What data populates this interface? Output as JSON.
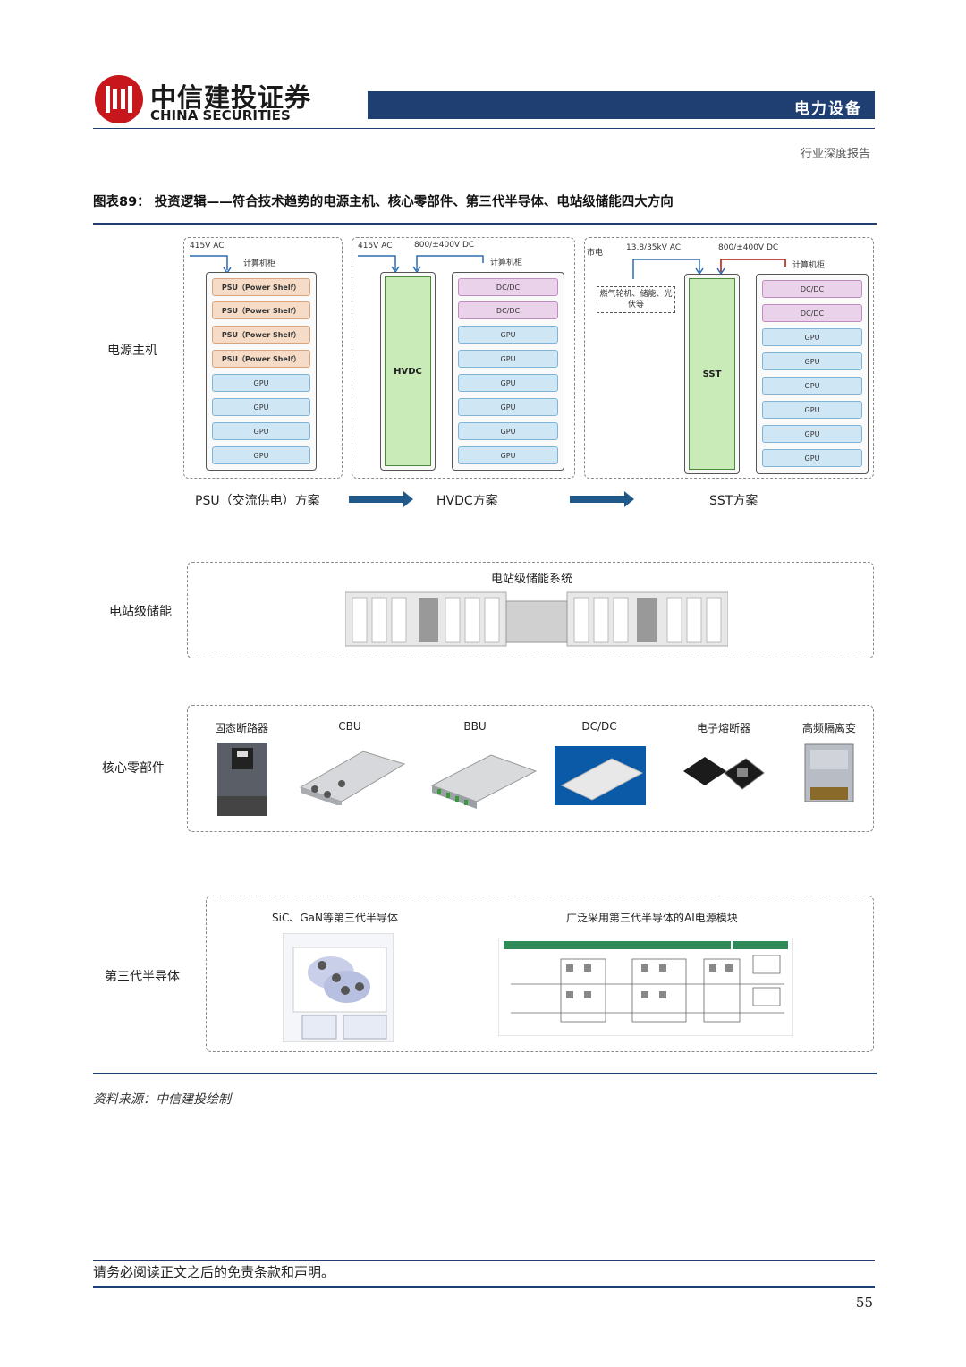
{
  "header": {
    "logo_cn": "中信建投证券",
    "logo_en": "CHINA SECURITIES",
    "section": "电力设备",
    "report_type": "行业深度报告"
  },
  "figure": {
    "title": "图表89：  投资逻辑——符合技术趋势的电源主机、核心零部件、第三代半导体、电站级储能四大方向",
    "rows": {
      "power_host": "电源主机",
      "storage": "电站级储能",
      "components": "核心零部件",
      "semiconductor": "第三代半导体"
    },
    "psu_panel": {
      "input": "415V AC",
      "cabinet": "计算机柜",
      "modules": [
        "PSU（Power Shelf）",
        "PSU（Power Shelf）",
        "PSU（Power Shelf）",
        "PSU（Power Shelf）",
        "GPU",
        "GPU",
        "GPU",
        "GPU"
      ],
      "caption": "PSU（交流供电）方案"
    },
    "hvdc_panel": {
      "input": "415V AC",
      "dc": "800/±400V DC",
      "cabinet": "计算机柜",
      "converter": "HVDC",
      "modules": [
        "DC/DC",
        "DC/DC",
        "GPU",
        "GPU",
        "GPU",
        "GPU",
        "GPU",
        "GPU"
      ],
      "caption": "HVDC方案"
    },
    "sst_panel": {
      "grid": "市电",
      "input": "13.8/35kV AC",
      "dc": "800/±400V DC",
      "cabinet": "计算机柜",
      "sources": "燃气轮机、储能、光伏等",
      "converter": "SST",
      "modules": [
        "DC/DC",
        "DC/DC",
        "GPU",
        "GPU",
        "GPU",
        "GPU",
        "GPU",
        "GPU"
      ],
      "caption": "SST方案"
    },
    "storage_title": "电站级储能系统",
    "components": [
      "固态断路器",
      "CBU",
      "BBU",
      "DC/DC",
      "电子熔断器",
      "高频隔离变"
    ],
    "semi_left": "SiC、GaN等第三代半导体",
    "semi_right": "广泛采用第三代半导体的AI电源模块"
  },
  "source": "资料来源：中信建投绘制",
  "footer": "请务必阅读正文之后的免责条款和声明。",
  "page_number": "55",
  "colors": {
    "brand_red": "#c8161d",
    "brand_navy": "#1f3f73"
  }
}
